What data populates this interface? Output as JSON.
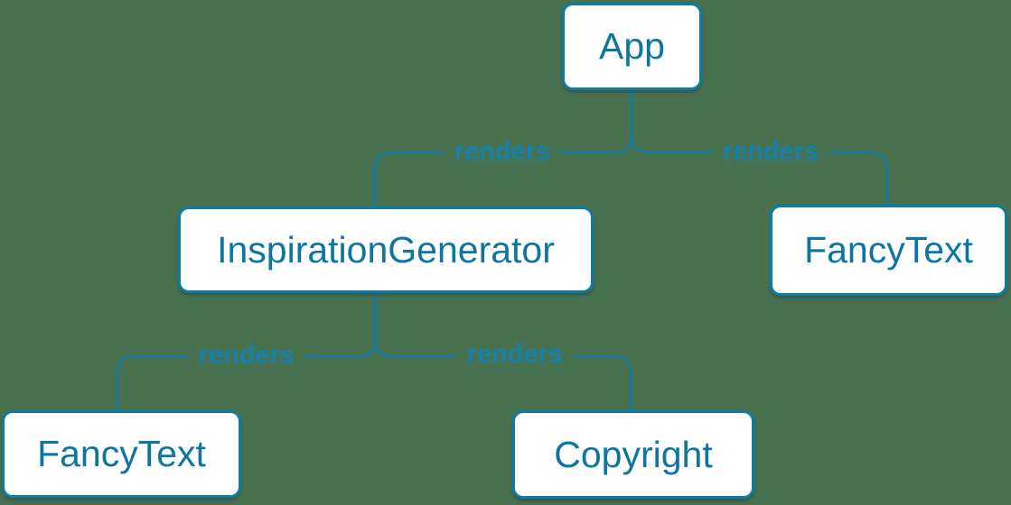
{
  "background_color": "#487150",
  "colors": {
    "stroke": "#0e7ba6",
    "node_text": "#0c76a1",
    "label_text": "#1581ad",
    "node_fill": "#ffffff"
  },
  "diagram": {
    "type": "render-tree",
    "description": "React component render tree",
    "nodes": [
      {
        "id": "app",
        "label": "App"
      },
      {
        "id": "inspiration-generator",
        "label": "InspirationGenerator"
      },
      {
        "id": "fancy-text-right",
        "label": "FancyText"
      },
      {
        "id": "fancy-text-left",
        "label": "FancyText"
      },
      {
        "id": "copyright",
        "label": "Copyright"
      }
    ],
    "edges": [
      {
        "from": "App",
        "to": "InspirationGenerator",
        "label": "renders"
      },
      {
        "from": "App",
        "to": "FancyText",
        "label": "renders"
      },
      {
        "from": "InspirationGenerator",
        "to": "FancyText",
        "label": "renders"
      },
      {
        "from": "InspirationGenerator",
        "to": "Copyright",
        "label": "renders"
      }
    ]
  }
}
